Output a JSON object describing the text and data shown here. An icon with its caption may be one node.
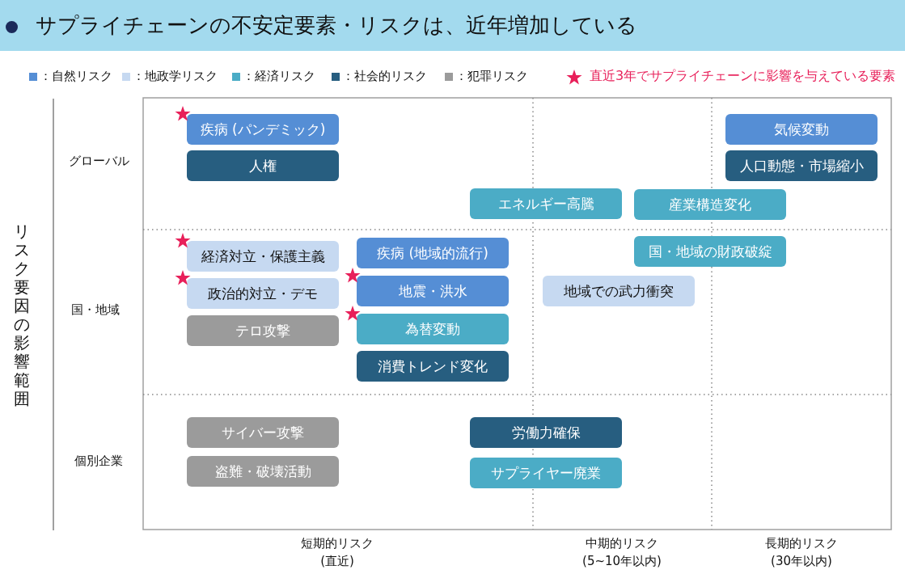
{
  "diagram": {
    "title": "サプライチェーンの不安定要素・リスクは、近年増加している",
    "nodes": [
      {
        "text": [
          "疾病 (パンデミック)"
        ]
      },
      {
        "text": [
          "気候変動"
        ]
      },
      {
        "text": [
          "人権"
        ]
      },
      {
        "text": [
          "人口動態・市場縮小"
        ]
      },
      {
        "text": [
          "エネルギー高騰"
        ]
      },
      {
        "text": [
          "産業構造変化"
        ]
      },
      {
        "text": [
          "経済対立・保護主義"
        ]
      },
      {
        "text": [
          "疾病 (地域的流行)"
        ]
      },
      {
        "text": [
          "国・地域の財政破綻"
        ]
      },
      {
        "text": [
          "政治的対立・デモ"
        ]
      },
      {
        "text": [
          "地震・洪水"
        ]
      },
      {
        "text": [
          "地域での武力衝突"
        ]
      },
      {
        "text": [
          "テロ攻撃"
        ]
      },
      {
        "text": [
          "為替変動"
        ]
      },
      {
        "text": [
          "消費トレンド変化"
        ]
      },
      {
        "text": [
          "サイバー攻撃"
        ]
      },
      {
        "text": [
          "労働力確保"
        ]
      },
      {
        "text": [
          "盗難・破壊活動"
        ]
      },
      {
        "text": [
          "サプライヤー廃業"
        ]
      }
    ],
    "labels": [
      "リスク要因の影響範囲",
      "グローバル",
      "国・地域",
      "個別企業",
      "短期的リスク (直近)",
      "中期的リスク (5~10年以内)",
      "長期的リスク (30年以内)"
    ],
    "legend": [
      {
        "text": "：自然リスク",
        "color": "#558ed5"
      },
      {
        "text": "：地政学リスク",
        "color": "#c6d9f1"
      },
      {
        "text": "：経済リスク",
        "color": "#4bacc6"
      },
      {
        "text": "：社会的リスク",
        "color": "#275e80"
      },
      {
        "text": "：犯罪リスク",
        "color": "#9b9b9b"
      },
      {
        "text": "直近3年でサプライチェーンに影響を与えている要素"
      }
    ]
  }
}
